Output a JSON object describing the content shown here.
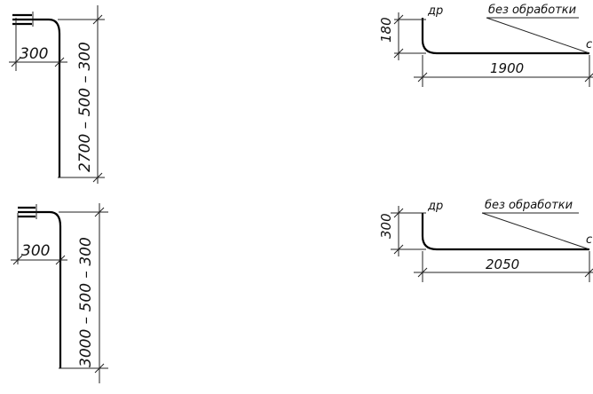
{
  "drawings": {
    "fig1": {
      "width": "300",
      "length": "2700 – 500 – 300"
    },
    "fig2": {
      "width": "300",
      "length": "3000 – 500 – 300"
    },
    "fig3": {
      "height": "180",
      "length": "1900",
      "edge_label": "др",
      "note": "без обработки",
      "cut_label": "с"
    },
    "fig4": {
      "height": "300",
      "length": "2050",
      "edge_label": "др",
      "note": "без обработки",
      "cut_label": "с"
    }
  }
}
